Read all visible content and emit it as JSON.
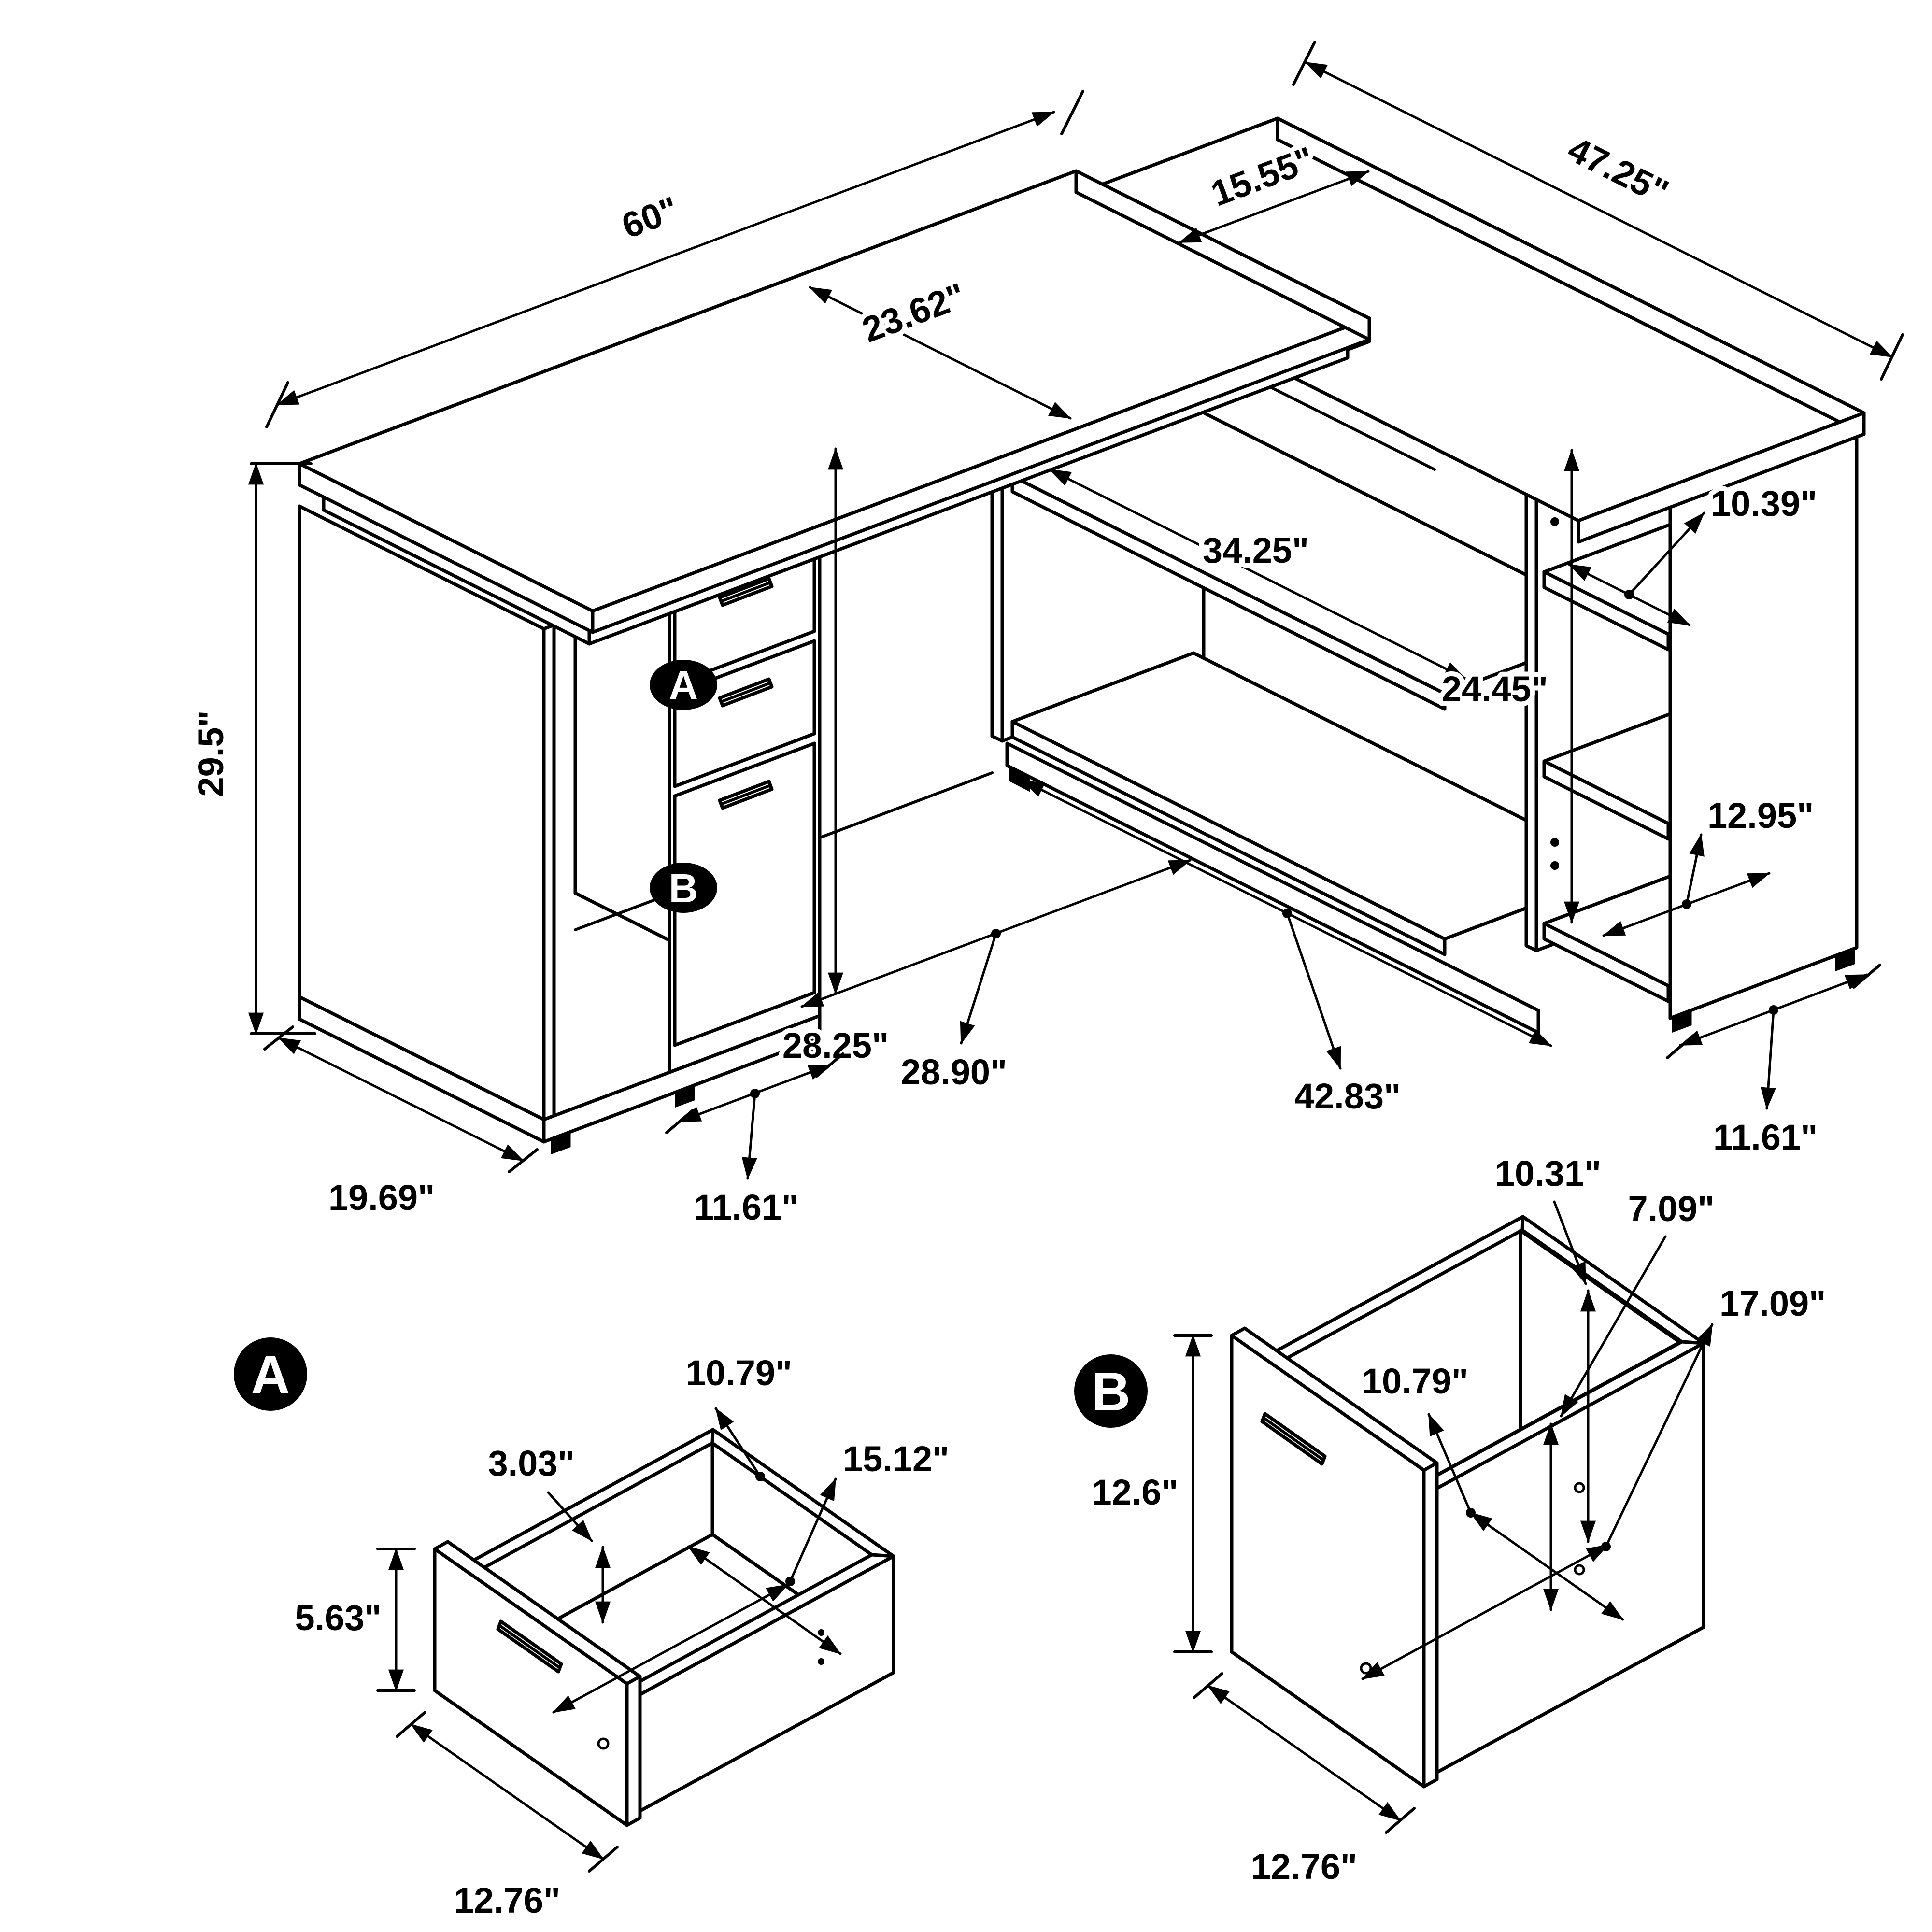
{
  "colors": {
    "line": "#000000",
    "background": "#ffffff"
  },
  "main_view": {
    "badges": {
      "a": "A",
      "b": "B"
    },
    "dims": {
      "desk_length": "60\"",
      "return_length": "47.25\"",
      "desk_depth": "23.62\"",
      "return_top_width": "15.55\"",
      "overall_height": "29.5\"",
      "top_shelf_depth": "10.39\"",
      "case_interior_height": "24.45\"",
      "case_bottom_width": "12.95\"",
      "shelf_interior_width": "34.25\"",
      "knee_space_width": "28.90\"",
      "bottom_rail_length": "42.83\"",
      "knee_space_height": "28.25\"",
      "base_depth": "19.69\"",
      "pedestal_width": "11.61\"",
      "case_base_depth": "11.61\""
    }
  },
  "drawer_a_detail": {
    "badge": "A",
    "dims": {
      "inner_side_height": "3.03\"",
      "inner_width": "10.79\"",
      "inner_depth": "15.12\"",
      "front_height": "5.63\"",
      "front_width": "12.76\""
    }
  },
  "drawer_b_detail": {
    "badge": "B",
    "dims": {
      "back_height": "10.31\"",
      "divider_height": "7.09\"",
      "inner_width": "10.79\"",
      "inner_depth": "17.09\"",
      "front_height": "12.6\"",
      "front_width": "12.76\""
    }
  }
}
